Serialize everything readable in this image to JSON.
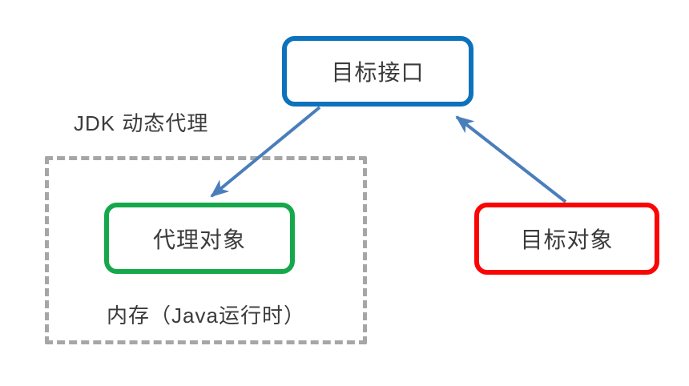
{
  "diagram": {
    "jdk_label": "JDK 动态代理",
    "memory_label": "内存（Java运行时）",
    "nodes": [
      {
        "id": "target-interface",
        "label": "目标接口",
        "border_color": "#0d72bc"
      },
      {
        "id": "proxy-object",
        "label": "代理对象",
        "border_color": "#15a84b"
      },
      {
        "id": "target-object",
        "label": "目标对象",
        "border_color": "#fb0404"
      }
    ],
    "arrows": [
      {
        "from": "目标接口",
        "to": "代理对象"
      },
      {
        "from": "目标对象",
        "to": "目标接口"
      }
    ],
    "colors": {
      "arrow": "#4a7ebb",
      "dashed_border": "#a6a6a6",
      "text": "#3b3b3b",
      "background": "#ffffff"
    }
  }
}
